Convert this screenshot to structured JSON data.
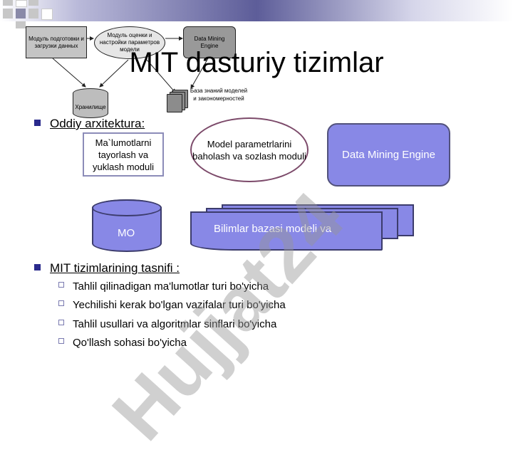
{
  "slide": {
    "title": "MIT dasturiy tizimlar"
  },
  "small_diagram": {
    "prep_module": "Модуль подготовки и загрузки данных",
    "eval_module": "Модуль оценки и настройки параметров модели",
    "engine": "Data Mining Engine",
    "storage": "Хранилище",
    "knowledge_base": "База знаний моделей и закономерностей"
  },
  "bullets": [
    {
      "label": "Oddiy arxitektura:"
    },
    {
      "label": "MIT tizimlarining tasnifi :"
    }
  ],
  "sub_bullets": [
    "Tahlil qilinadigan ma'lumotlar turi bo'yicha",
    "Yechilishi kerak bo'lgan vazifalar turi bo'yicha",
    "Tahlil usullari va algoritmlar sinflari bo'yicha",
    "Qo'llash sohasi bo'yicha"
  ],
  "main_diagram": {
    "prep_module": "Ma`lumotlarni tayorlash va yuklash moduli",
    "model_module": "Model parametrlarini baholash va sozlash moduli",
    "engine": "Data Mining Engine",
    "storage": "MO",
    "knowledge_base": "Bilimlar bazasi modeli va"
  },
  "watermark": "Hujjat24",
  "colors": {
    "accent": "#8888e6",
    "bullet": "#2a2a8c",
    "band_dark": "#5d5d99"
  }
}
